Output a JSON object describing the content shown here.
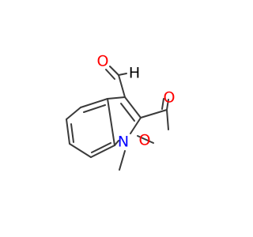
{
  "molecule": {
    "atoms": {
      "carbonyl_oxygen_aldehyde": {
        "symbol": "O",
        "color": "#ff0000"
      },
      "aldehyde_hydrogen": {
        "symbol": "H",
        "color": "#000000"
      },
      "ester_carbonyl_oxygen": {
        "symbol": "O",
        "color": "#ff0000"
      },
      "ester_ether_oxygen": {
        "symbol": "O",
        "color": "#ff0000"
      },
      "indole_nitrogen": {
        "symbol": "N",
        "color": "#0000ff"
      }
    },
    "colors": {
      "bond": "#3a3a3a",
      "oxygen": "#ff0000",
      "nitrogen": "#0000ff",
      "carbon_hydrogen": "#000000"
    }
  }
}
